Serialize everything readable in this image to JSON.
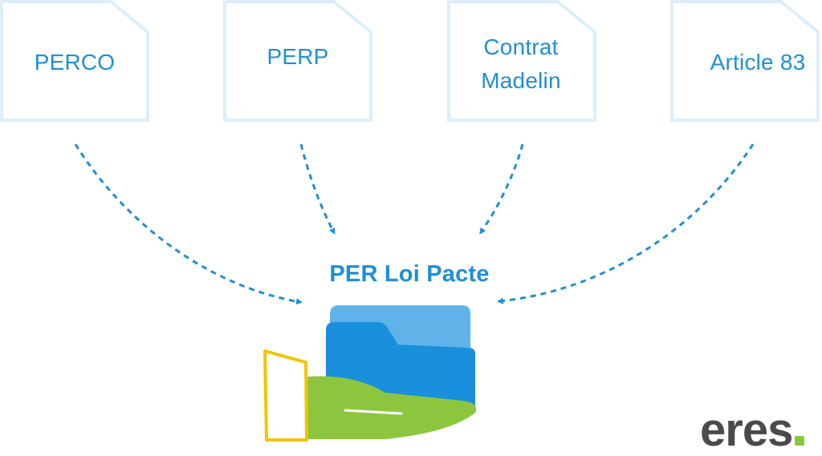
{
  "sources": [
    {
      "id": "perco",
      "lines": [
        "PERCO"
      ]
    },
    {
      "id": "perp",
      "lines": [
        "PERP"
      ]
    },
    {
      "id": "madelin",
      "lines": [
        "Contrat",
        "Madelin"
      ]
    },
    {
      "id": "article83",
      "lines": [
        "Article 83"
      ]
    }
  ],
  "destination": {
    "title": "PER Loi Pacte"
  },
  "brand": {
    "logo_text": "eres"
  },
  "colors": {
    "accent": "#1f8fd6",
    "card_border": "#ddeefa",
    "folder_back": "#5fb3e8",
    "folder_front": "#1a8fdc",
    "hand": "#8cc63f",
    "cuff": "#f3c400",
    "logo_text": "#4a4a4a"
  },
  "icons": {
    "arrows": "dashed-arrow-icon",
    "illustration": "hand-holding-folder-icon"
  }
}
